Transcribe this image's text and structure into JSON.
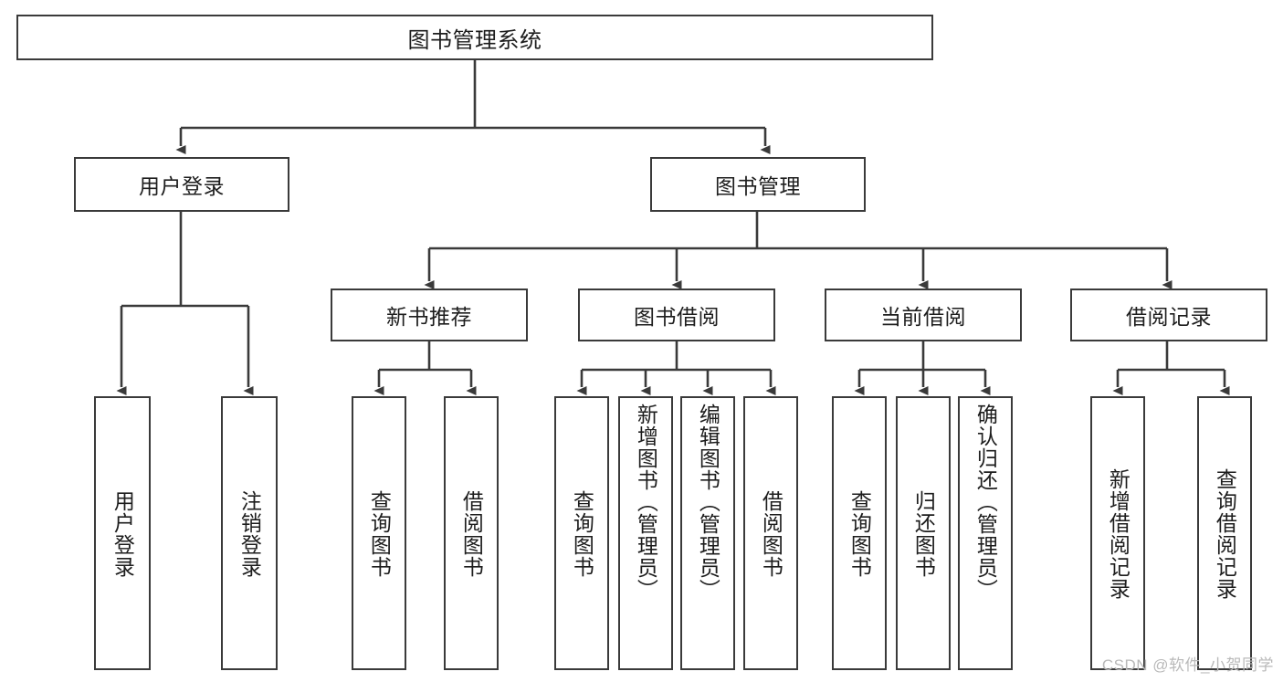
{
  "diagram": {
    "type": "hierarchy-tree",
    "title": "图书管理系统",
    "watermark": "CSDN @软件_小贺同学",
    "colors": {
      "stroke": "#3a3a3a",
      "fill": "#ffffff",
      "text": "#1d1d1d",
      "watermark": "#b9b9b9"
    },
    "levels": [
      {
        "level": 0,
        "nodes": [
          {
            "id": "root",
            "label": "图书管理系统",
            "orientation": "horizontal"
          }
        ]
      },
      {
        "level": 1,
        "nodes": [
          {
            "id": "login",
            "label": "用户登录",
            "orientation": "horizontal",
            "parent": "root"
          },
          {
            "id": "bookmgmt",
            "label": "图书管理",
            "orientation": "horizontal",
            "parent": "root"
          }
        ]
      },
      {
        "level": 2,
        "nodes": [
          {
            "id": "newbook",
            "label": "新书推荐",
            "orientation": "horizontal",
            "parent": "bookmgmt"
          },
          {
            "id": "borrow",
            "label": "图书借阅",
            "orientation": "horizontal",
            "parent": "bookmgmt"
          },
          {
            "id": "current",
            "label": "当前借阅",
            "orientation": "horizontal",
            "parent": "bookmgmt"
          },
          {
            "id": "records",
            "label": "借阅记录",
            "orientation": "horizontal",
            "parent": "bookmgmt"
          }
        ]
      },
      {
        "level": 3,
        "nodes": [
          {
            "id": "leaf-user-login",
            "label": "用户登录",
            "orientation": "vertical",
            "parent": "login"
          },
          {
            "id": "leaf-user-logout",
            "label": "注销登录",
            "orientation": "vertical",
            "parent": "login"
          },
          {
            "id": "leaf-query-book-1",
            "label": "查询图书",
            "orientation": "vertical",
            "parent": "newbook"
          },
          {
            "id": "leaf-borrow-book-1",
            "label": "借阅图书",
            "orientation": "vertical",
            "parent": "newbook"
          },
          {
            "id": "leaf-query-book-2",
            "label": "查询图书",
            "orientation": "vertical",
            "parent": "borrow"
          },
          {
            "id": "leaf-add-book",
            "label": "新增图书（管理员）",
            "orientation": "vertical",
            "parent": "borrow"
          },
          {
            "id": "leaf-edit-book",
            "label": "编辑图书（管理员）",
            "orientation": "vertical",
            "parent": "borrow"
          },
          {
            "id": "leaf-borrow-book-2",
            "label": "借阅图书",
            "orientation": "vertical",
            "parent": "borrow"
          },
          {
            "id": "leaf-query-book-3",
            "label": "查询图书",
            "orientation": "vertical",
            "parent": "current"
          },
          {
            "id": "leaf-return-book",
            "label": "归还图书",
            "orientation": "vertical",
            "parent": "current"
          },
          {
            "id": "leaf-confirm-return",
            "label": "确认归还（管理员）",
            "orientation": "vertical",
            "parent": "current"
          },
          {
            "id": "leaf-add-record",
            "label": "新增借阅记录",
            "orientation": "vertical",
            "parent": "records"
          },
          {
            "id": "leaf-query-record",
            "label": "查询借阅记录",
            "orientation": "vertical",
            "parent": "records"
          }
        ]
      }
    ]
  }
}
